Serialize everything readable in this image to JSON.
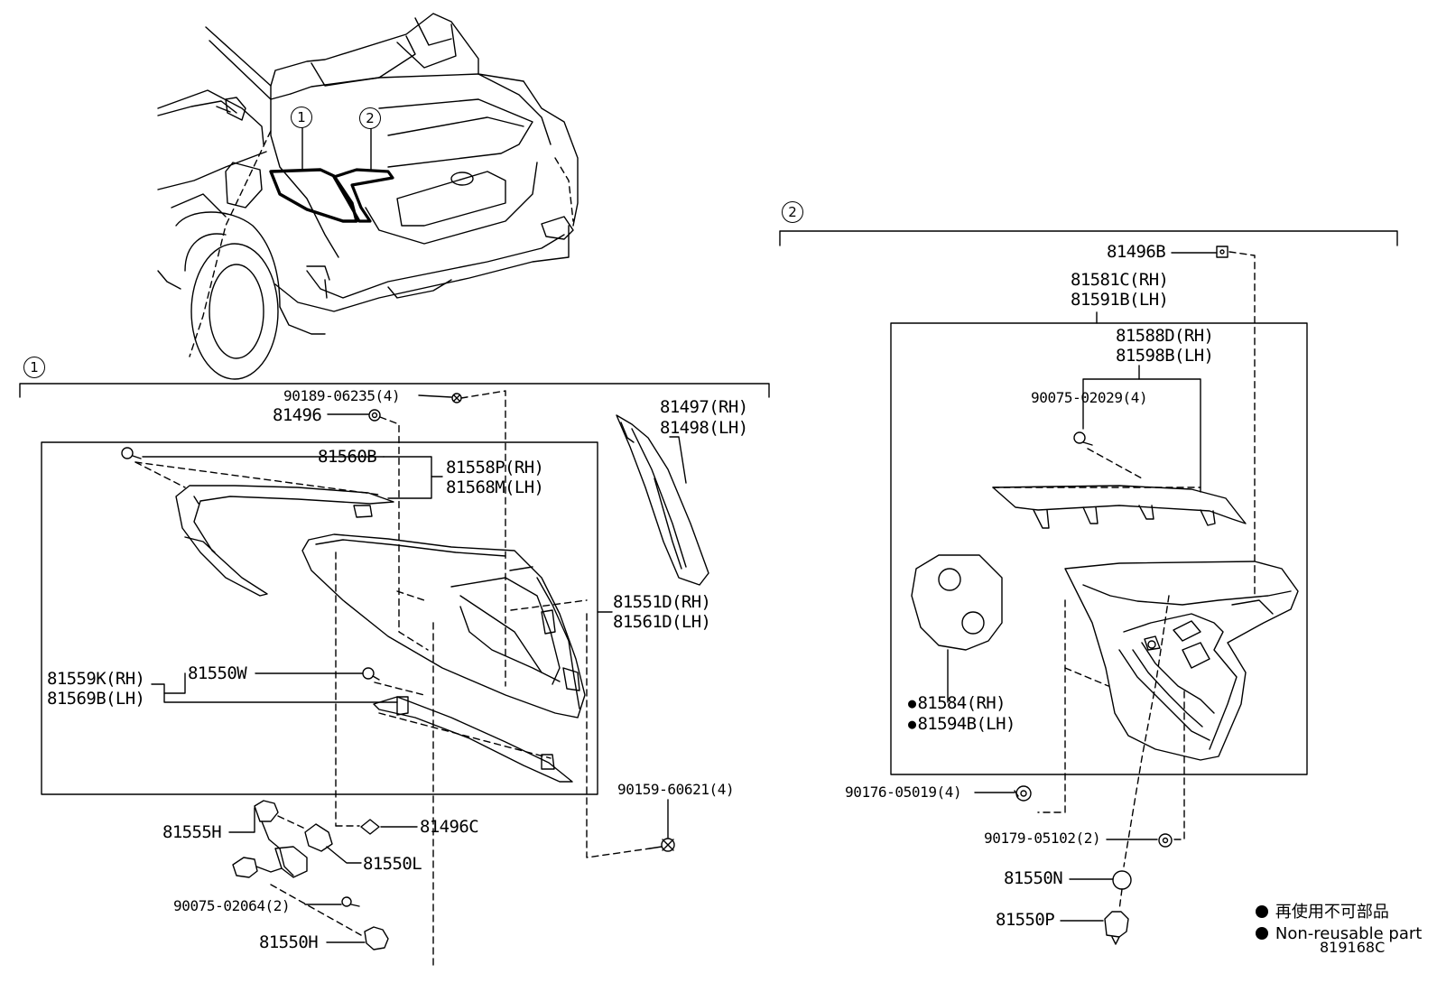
{
  "callouts": {
    "one": "1",
    "two": "2"
  },
  "section_1": {
    "label": "1",
    "parts": {
      "p90189": "90189-06235(4)",
      "p81496": "81496",
      "p81497": "81497(RH)",
      "p81498": "81498(LH)",
      "p81560B": "81560B",
      "p81558P": "81558P(RH)",
      "p81568M": "81568M(LH)",
      "p81551D": "81551D(RH)",
      "p81561D": "81561D(LH)",
      "p81559K": "81559K(RH)",
      "p81569B": "81569B(LH)",
      "p81550W": "81550W",
      "p90159": "90159-60621(4)",
      "p81555H": "81555H",
      "p81496C": "81496C",
      "p81550L": "81550L",
      "p90075_02064": "90075-02064(2)",
      "p81550H": "81550H"
    }
  },
  "section_2": {
    "label": "2",
    "parts": {
      "p81496B": "81496B",
      "p81581C": "81581C(RH)",
      "p81591B": "81591B(LH)",
      "p81588D": "81588D(RH)",
      "p81598B": "81598B(LH)",
      "p90075_02029": "90075-02029(4)",
      "p81584": "81584(RH)",
      "p81594B": "81594B(LH)",
      "p90176": "90176-05019(4)",
      "p90179": "90179-05102(2)",
      "p81550N": "81550N",
      "p81550P": "81550P"
    }
  },
  "legend": {
    "jp": "再使用不可部品",
    "en": "Non-reusable part"
  },
  "diagram_ref": "819168C",
  "icons": [
    "non-reusable-bullet-icon",
    "bolt-icon",
    "clip-icon",
    "bulb-icon",
    "socket-icon"
  ]
}
